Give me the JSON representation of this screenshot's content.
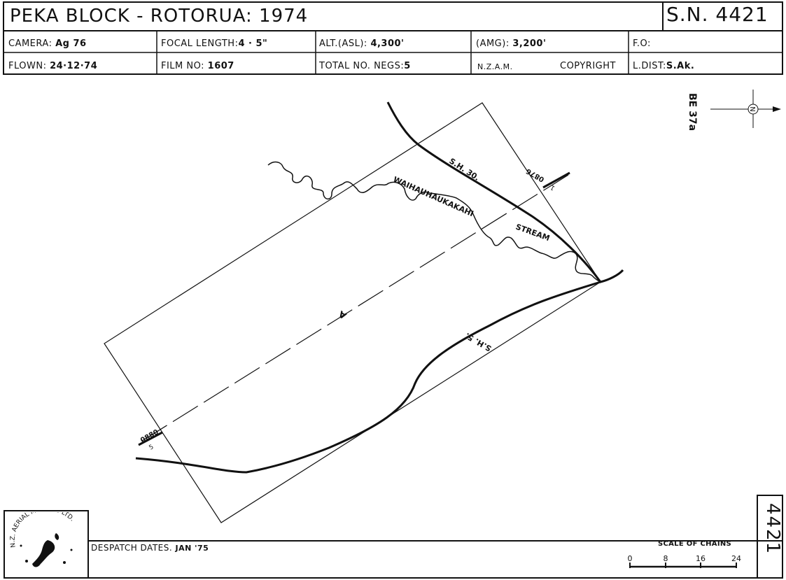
{
  "header": {
    "title": "PEKA  BLOCK - ROTORUA: 1974",
    "sn": "S.N. 4421",
    "camera_label": "CAMERA:",
    "camera_value": "Ag 76",
    "focal_label": "FOCAL LENGTH:",
    "focal_value": "4 · 5\"",
    "alt_label": "ALT.(ASL):",
    "alt_value": "4,300'",
    "amg_label": "(AMG):",
    "amg_value": "3,200'",
    "fo_label": "F.O:",
    "flown_label": "FLOWN:",
    "flown_value": "24·12·74",
    "film_label": "FILM  NO:",
    "film_value": "1607",
    "negs_label": "TOTAL  NO.  NEGS:",
    "negs_value": "5",
    "nzam": "N.Z.A.M.",
    "copyright": "COPYRIGHT",
    "ldist_label": "L.DIST:",
    "ldist_value": "S.Ak."
  },
  "map": {
    "sheet_ref": "BE 37a",
    "north_label": "N",
    "road_sh30": "S.H. 30.",
    "road_sh5": "S.H. 5.",
    "stream_name": "WAIHAUHAUKAKAHI",
    "stream_word": "STREAM",
    "run_label": "A",
    "frame_end_top_num": "0876",
    "frame_end_top_sub": "1",
    "frame_end_bottom_num": "0880",
    "frame_end_bottom_sub": "5"
  },
  "footer": {
    "despatch_label": "DESPATCH  DATES.",
    "despatch_value": "JAN '75",
    "logo_text": "N.Z. AERIAL MAPPING LTD.",
    "scale_title": "SCALE OF CHAINS",
    "scale_ticks": [
      "0",
      "8",
      "16",
      "24"
    ],
    "side_number": "4421"
  }
}
